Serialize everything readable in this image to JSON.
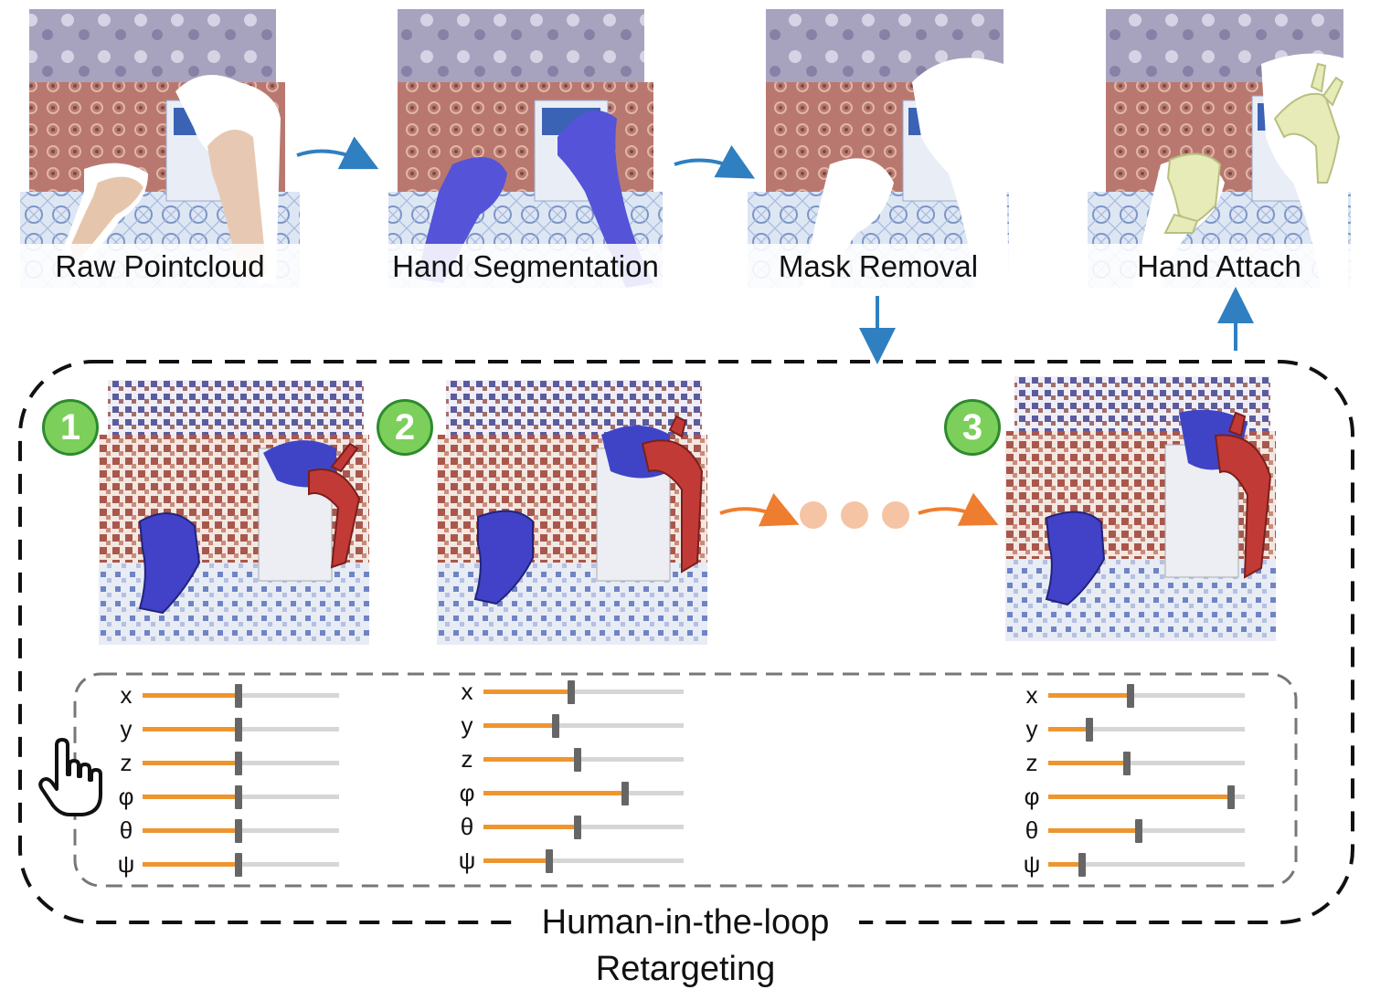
{
  "stages": [
    {
      "id": "raw",
      "label": "Raw Pointcloud"
    },
    {
      "id": "seg",
      "label": "Hand Segmentation"
    },
    {
      "id": "mask",
      "label": "Mask Removal"
    },
    {
      "id": "attach",
      "label": "Hand Attach"
    }
  ],
  "steps": [
    {
      "number": "1"
    },
    {
      "number": "2"
    },
    {
      "number": "3"
    }
  ],
  "slider_labels": [
    "x",
    "y",
    "z",
    "φ",
    "θ",
    "ψ"
  ],
  "slider_values": [
    [
      0.49,
      0.49,
      0.49,
      0.49,
      0.49,
      0.49
    ],
    [
      0.44,
      0.36,
      0.47,
      0.71,
      0.47,
      0.33
    ],
    [
      0.42,
      0.21,
      0.4,
      0.93,
      0.46,
      0.17
    ]
  ],
  "caption": {
    "line1": "Human-in-the-loop",
    "line2": "Retargeting"
  },
  "colors": {
    "blue_arrow": "#2f7fc1",
    "orange_arrow": "#ef7d2f",
    "slider_fill": "#ef952f",
    "badge_green": "#7ccf5a",
    "human_hand": "#5553d8",
    "robot_left": "#4142c8",
    "robot_right": "#c23a36",
    "attach_hand": "#e7ebb8"
  },
  "icons": {
    "pointer": "pointing-hand-icon"
  }
}
